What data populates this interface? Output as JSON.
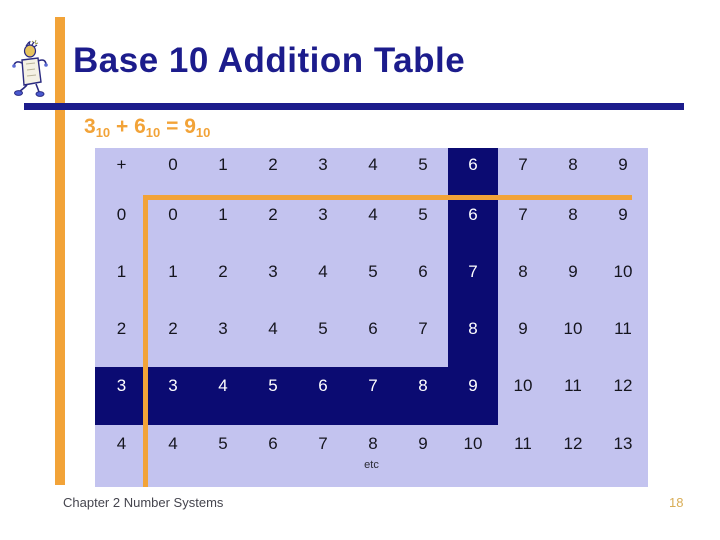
{
  "slide": {
    "title": "Base 10 Addition Table",
    "subtitle": {
      "text": "310 + 610 = 910",
      "segments": [
        {
          "base": "3",
          "sub": "10"
        },
        {
          "base": " + "
        },
        {
          "base": "6",
          "sub": "10"
        },
        {
          "base": " = "
        },
        {
          "base": "9",
          "sub": "10"
        }
      ]
    },
    "etc_label": "etc",
    "footer": "Chapter 2 Number Systems",
    "page_number": "18"
  },
  "table": {
    "header": [
      "+",
      "0",
      "1",
      "2",
      "3",
      "4",
      "5",
      "6",
      "7",
      "8",
      "9"
    ],
    "rows": [
      {
        "label": "0",
        "values": [
          "0",
          "1",
          "2",
          "3",
          "4",
          "5",
          "6",
          "7",
          "8",
          "9"
        ]
      },
      {
        "label": "1",
        "values": [
          "1",
          "2",
          "3",
          "4",
          "5",
          "6",
          "7",
          "8",
          "9",
          "10"
        ]
      },
      {
        "label": "2",
        "values": [
          "2",
          "3",
          "4",
          "5",
          "6",
          "7",
          "8",
          "9",
          "10",
          "11"
        ]
      },
      {
        "label": "3",
        "values": [
          "3",
          "4",
          "5",
          "6",
          "7",
          "8",
          "9",
          "10",
          "11",
          "12"
        ]
      },
      {
        "label": "4",
        "values": [
          "4",
          "5",
          "6",
          "7",
          "8",
          "9",
          "10",
          "11",
          "12",
          "13"
        ]
      }
    ],
    "highlight": {
      "row": 4,
      "col": 7,
      "operand_row": "3",
      "operand_col": "6",
      "result": "9"
    }
  },
  "colors": {
    "accent_orange": "#f2a338",
    "navy": "#1c1c8c",
    "cell_dark_bg": "#0b0b72",
    "table_bg": "#c3c3ef",
    "page_number": "#d9ad56"
  }
}
